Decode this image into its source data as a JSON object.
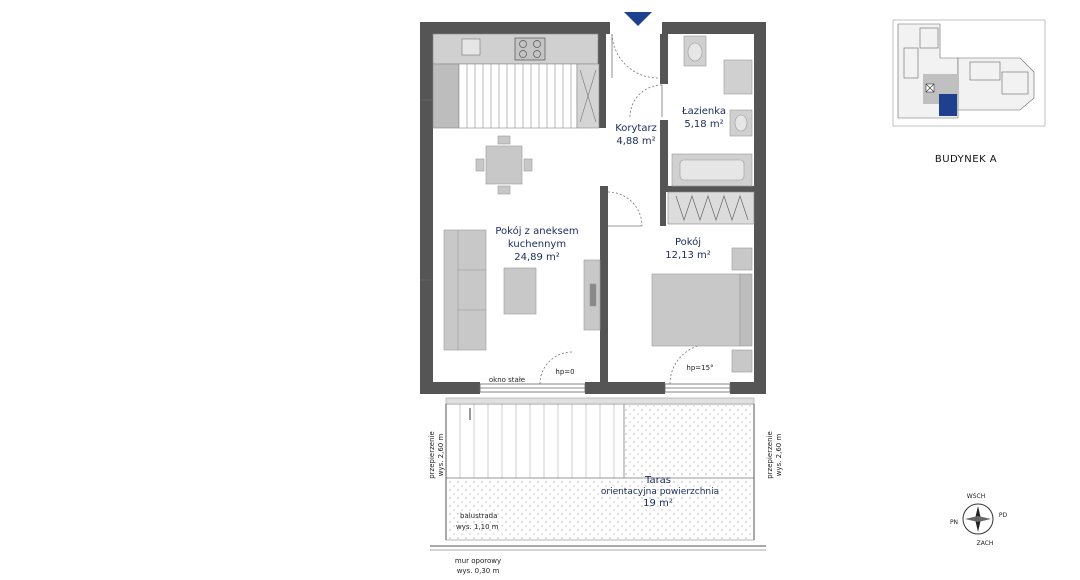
{
  "rooms": {
    "living": {
      "name_line1": "Pokój z aneksem",
      "name_line2": "kuchennym",
      "area": "24,89 m²"
    },
    "corridor": {
      "name": "Korytarz",
      "area": "4,88 m²"
    },
    "bathroom": {
      "name": "Łazienka",
      "area": "5,18 m²"
    },
    "bedroom": {
      "name": "Pokój",
      "area": "12,13 m²"
    },
    "terrace": {
      "name": "Taras",
      "sub": "orientacyjna powierzchnia",
      "area": "19 m²"
    }
  },
  "annotations": {
    "fixed_window": "okno stałe",
    "hp_living": "hp=0",
    "hp_bedroom": "hp=15°",
    "partition_left_1": "przepierzenie",
    "partition_left_2": "wys. 2,60 m",
    "partition_right_1": "przepierzenie",
    "partition_right_2": "wys. 2,60 m",
    "balustrade_1": "balustrada",
    "balustrade_2": "wys. 1,10 m",
    "wall_1": "mur oporowy",
    "wall_2": "wys. 0,30 m"
  },
  "building": {
    "label": "BUDYNEK A"
  },
  "compass": {
    "n": "WSCH",
    "s": "ZACH",
    "w": "PN",
    "e": "PD"
  },
  "colors": {
    "wall": "#555555",
    "label": "#1a2a5e",
    "accent": "#1f3f8f",
    "furniture": "#c8c8c8"
  }
}
